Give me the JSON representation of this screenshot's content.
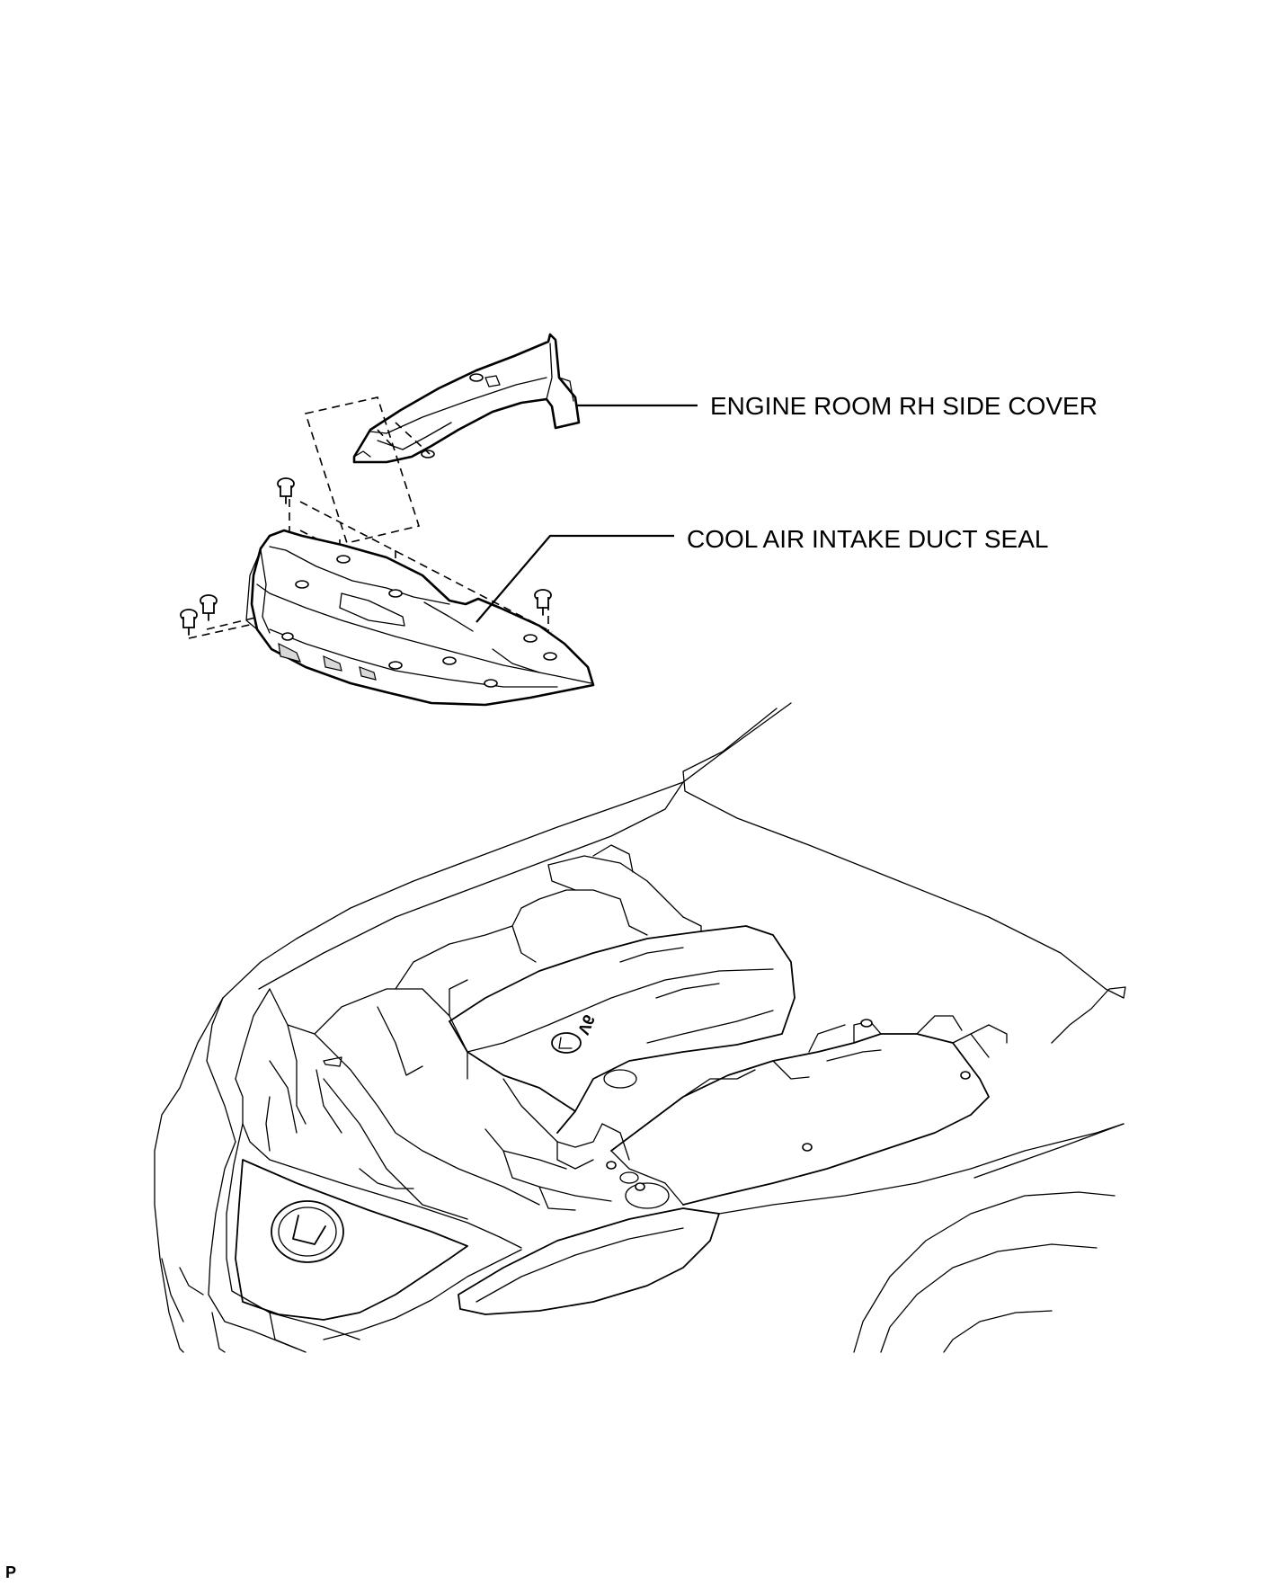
{
  "labels": {
    "rh_side_cover": "ENGINE ROOM RH SIDE COVER",
    "duct_seal": "COOL AIR INTAKE DUCT SEAL"
  },
  "footer": {
    "code": "P"
  },
  "emblems": {
    "engine_badge": "V6"
  },
  "colors": {
    "line": "#000000",
    "background": "#ffffff"
  }
}
